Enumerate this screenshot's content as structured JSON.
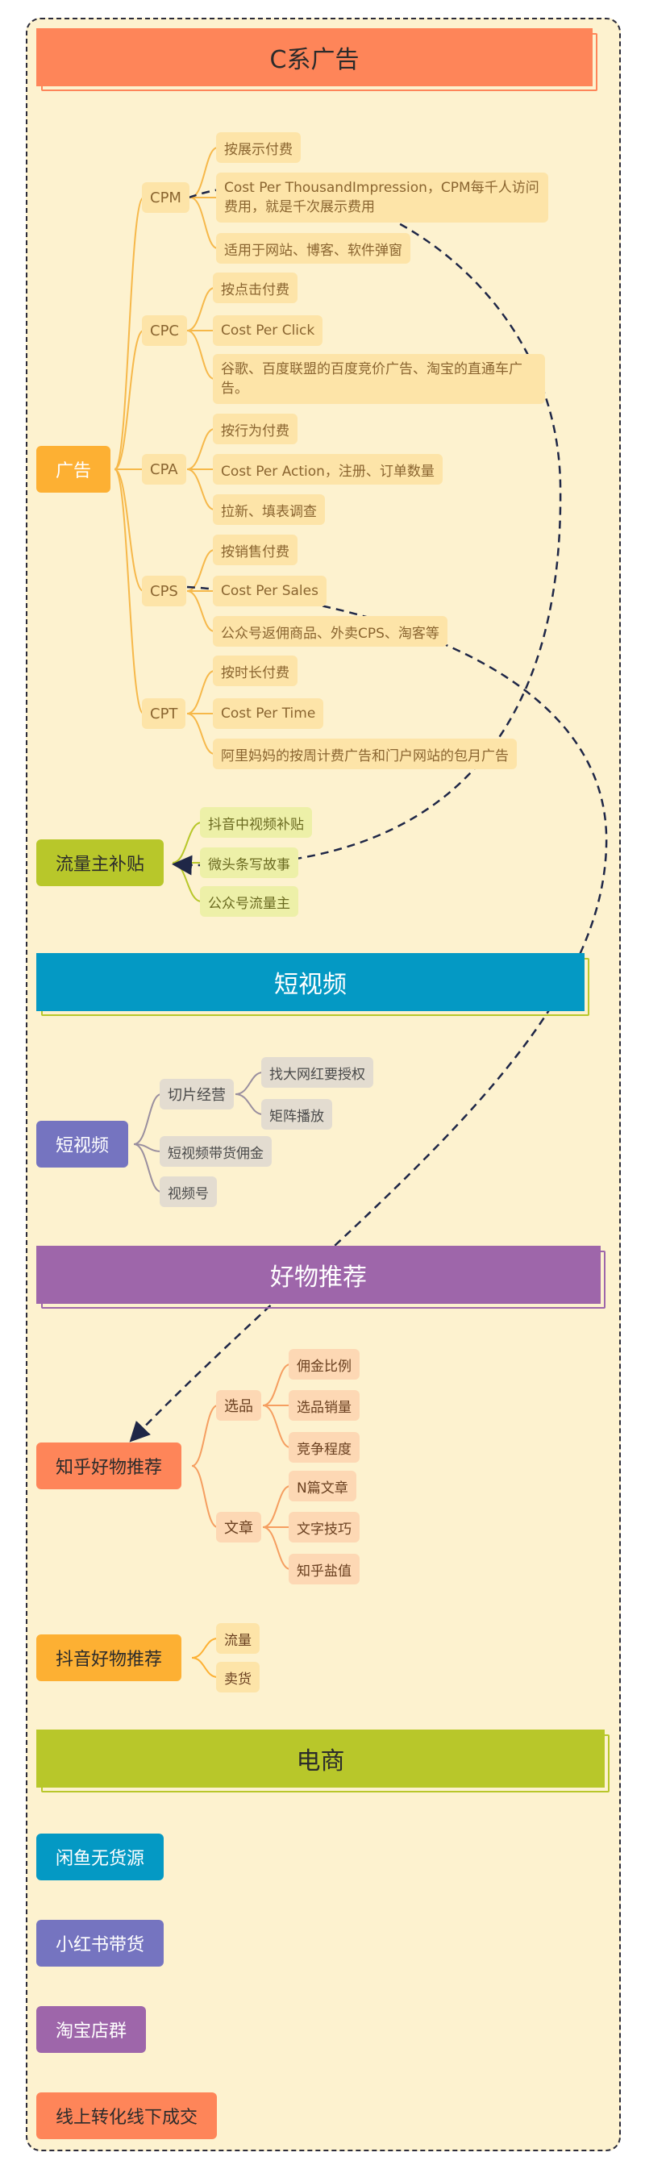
{
  "sections": {
    "c_ads": "C系广告",
    "short_video": "短视频",
    "good_things": "好物推荐",
    "ecommerce": "电商"
  },
  "ads": {
    "root": "广告",
    "cpm": {
      "label": "CPM",
      "items": [
        "按展示付费",
        "Cost Per ThousandImpression，CPM每千人访问费用，就是千次展示费用",
        "适用于网站、博客、软件弹窗"
      ]
    },
    "cpc": {
      "label": "CPC",
      "items": [
        "按点击付费",
        "Cost Per Click",
        "谷歌、百度联盟的百度竞价广告、淘宝的直通车广告。"
      ]
    },
    "cpa": {
      "label": "CPA",
      "items": [
        "按行为付费",
        "Cost Per Action，注册、订单数量",
        "拉新、填表调查"
      ]
    },
    "cps": {
      "label": "CPS",
      "items": [
        "按销售付费",
        "Cost Per Sales",
        "公众号返佣商品、外卖CPS、淘客等"
      ]
    },
    "cpt": {
      "label": "CPT",
      "items": [
        "按时长付费",
        "Cost Per Time",
        "阿里妈妈的按周计费广告和门户网站的包月广告"
      ]
    }
  },
  "traffic": {
    "root": "流量主补贴",
    "items": [
      "抖音中视频补贴",
      "微头条写故事",
      "公众号流量主"
    ]
  },
  "shortvideo": {
    "root": "短视频",
    "clip": "切片经营",
    "clip_items": [
      "找大网红要授权",
      "矩阵播放"
    ],
    "others": [
      "短视频带货佣金",
      "视频号"
    ]
  },
  "zhihu": {
    "root": "知乎好物推荐",
    "pick": "选品",
    "pick_items": [
      "佣金比例",
      "选品销量",
      "竞争程度"
    ],
    "article": "文章",
    "article_items": [
      "N篇文章",
      "文字技巧",
      "知乎盐值"
    ]
  },
  "douyin": {
    "root": "抖音好物推荐",
    "items": [
      "流量",
      "卖货"
    ]
  },
  "ecom": [
    "闲鱼无货源",
    "小红书带货",
    "淘宝店群",
    "线上转化线下成交"
  ],
  "colors": {
    "orange": "#fe8559",
    "teal": "#0499c4",
    "purple": "#9e66aa",
    "olive": "#b8c72a",
    "indigo": "#7574c0",
    "amber": "#fdb033",
    "ad_leaf": "#fde4a8",
    "ad_line": "#f6b84a",
    "traffic_leaf": "#edf0a8",
    "sv_leaf": "#e3dcd0",
    "zh_leaf": "#fdd8b4",
    "zh_line": "#f59e60",
    "arrow": "#1f2747"
  }
}
